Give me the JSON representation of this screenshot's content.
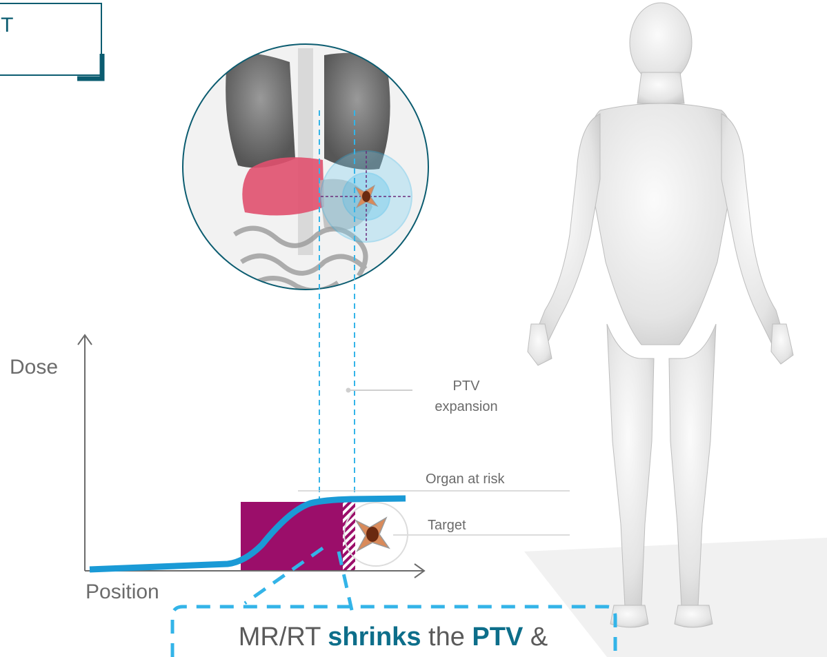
{
  "header": {
    "title_fragment": "RT"
  },
  "chart_data": {
    "type": "diagram",
    "xlabel": "Position",
    "ylabel": "Dose",
    "annotations": {
      "ptv": "PTV\nexpansion",
      "ptv_line1": "PTV",
      "ptv_line2": "expansion",
      "oar": "Organ at risk",
      "target": "Target"
    }
  },
  "callout": {
    "part1": "MR/RT ",
    "part2": "shrinks",
    "part3": " the ",
    "part4": "PTV",
    "part5": " &"
  },
  "colors": {
    "accent_teal": "#0b5c70",
    "dose_curve": "#1a9ad6",
    "oar_block": "#9b0e6a",
    "dashed_lines": "#33b4e8"
  },
  "icons": [
    "tumor-icon",
    "anatomy-torso-image",
    "human-figure-image"
  ]
}
